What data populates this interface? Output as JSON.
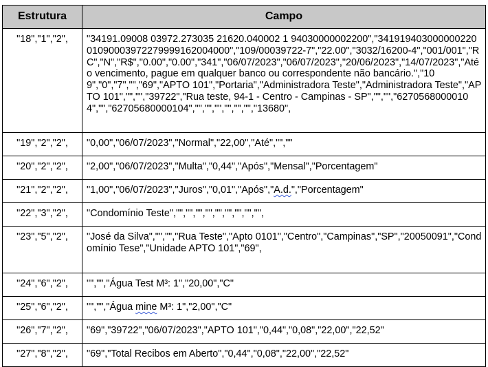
{
  "table": {
    "headers": [
      "Estrutura",
      "Campo"
    ],
    "rows": [
      {
        "estrutura": "\"18\",\"1\",\"2\",",
        "campo": "\"34191.09008 03972.273035 21620.040002 1 94030000002200\",\"34191940300000022001090003972279999162004000\",\"109/00039722-7\",\"22.00\",\"3032/16200-4\",\"001/001\",\"RC\",\"N\",\"R$\",\"0.00\",\"0.00\",\"341\",\"06/07/2023\",\"06/07/2023\",\"20/06/2023\",\"14/07/2023\",\"Até o vencimento, pague em qualquer banco ou correspondente não bancário.\",\"109\",\"0\",\"7\",\"\",\"69\",\"APTO 101\",\"Portaria\",\"Administradora Teste\",\"Administradora Teste\",\"APTO 101\",\"\",\"\",\"39722\",\"Rua teste, 94-1 - Centro - Campinas - SP\",\"\",\"\",\"62705680000104\",\"\",\"62705680000104\",\"\",\"\",\"\",\"\",\"\",\"\",\"13680\","
      },
      {
        "estrutura": "\"19\",\"2\",\"2\",",
        "campo": "\"0,00\",\"06/07/2023\",\"Normal\",\"22,00\",\"Até\",\"\",\"\""
      },
      {
        "estrutura": "\"20\",\"2\",\"2\",",
        "campo": "\"2,00\",\"06/07/2023\",\"Multa\",\"0,44\",\"Após\",\"Mensal\",\"Porcentagem\""
      },
      {
        "estrutura": "\"21\",\"2\",\"2\",",
        "campo_pre": "\"1,00\",\"06/07/2023\",\"Juros\",\"0,01\",\"Após\",\"",
        "campo_mark": "A.d.",
        "campo_post": "\",\"Porcentagem\""
      },
      {
        "estrutura": "\"22\",\"3\",\"2\",",
        "campo": "\"Condomínio Teste\",\"\",\"\",\"\",\"\",\"\",\"\",\"\",\"\",\"\","
      },
      {
        "estrutura": "\"23\",\"5\",\"2\",",
        "campo": "\"José da Silva\",\"\",\"\",\"Rua Teste\",\"Apto 0101\",\"Centro\",\"Campinas\",\"SP\",\"20050091\",\"Condomínio Tese\",\"Unidade  APTO 101\",\"69\","
      },
      {
        "estrutura": "\"24\",\"6\",\"2\",",
        "campo": "\"\",\"\",\"Água Test M³: 1\",\"20,00\",\"C\""
      },
      {
        "estrutura": "\"25\",\"6\",\"2\",",
        "campo_pre": "\"\",\"\",\"Água ",
        "campo_mark": "mine",
        "campo_post": " M³: 1\",\"2,00\",\"C\""
      },
      {
        "estrutura": "\"26\",\"7\",\"2\",",
        "campo": "\"69\",\"39722\",\"06/07/2023\",\"APTO 101\",\"0,44\",\"0,08\",\"22,00\",\"22,52\""
      },
      {
        "estrutura": "\"27\",\"8\",\"2\",",
        "campo": "\"69\",\"Total Recibos em Aberto\",\"0,44\",\"0,08\",\"22,00\",\"22,52\""
      }
    ]
  }
}
